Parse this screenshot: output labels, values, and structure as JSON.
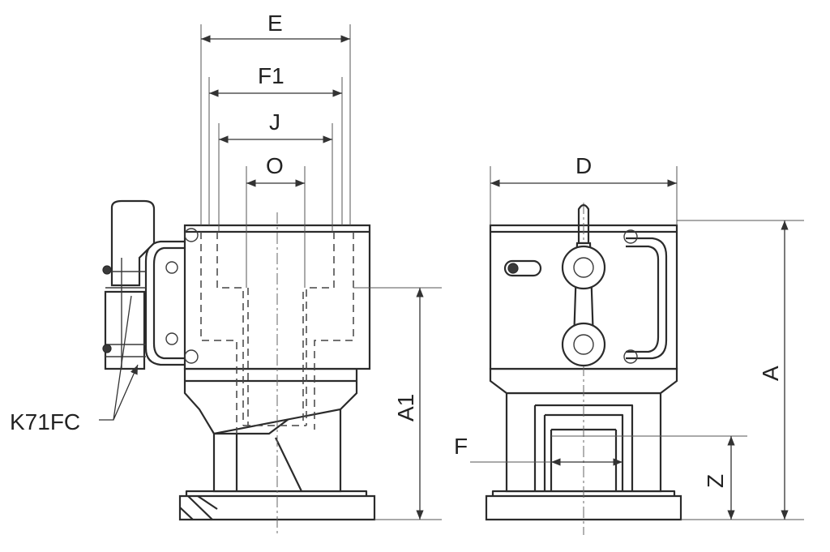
{
  "labels": {
    "E": "E",
    "F1": "F1",
    "J": "J",
    "O": "O",
    "A1": "A1",
    "K71FC": "K71FC",
    "D": "D",
    "A": "A",
    "F": "F",
    "Z": "Z"
  }
}
